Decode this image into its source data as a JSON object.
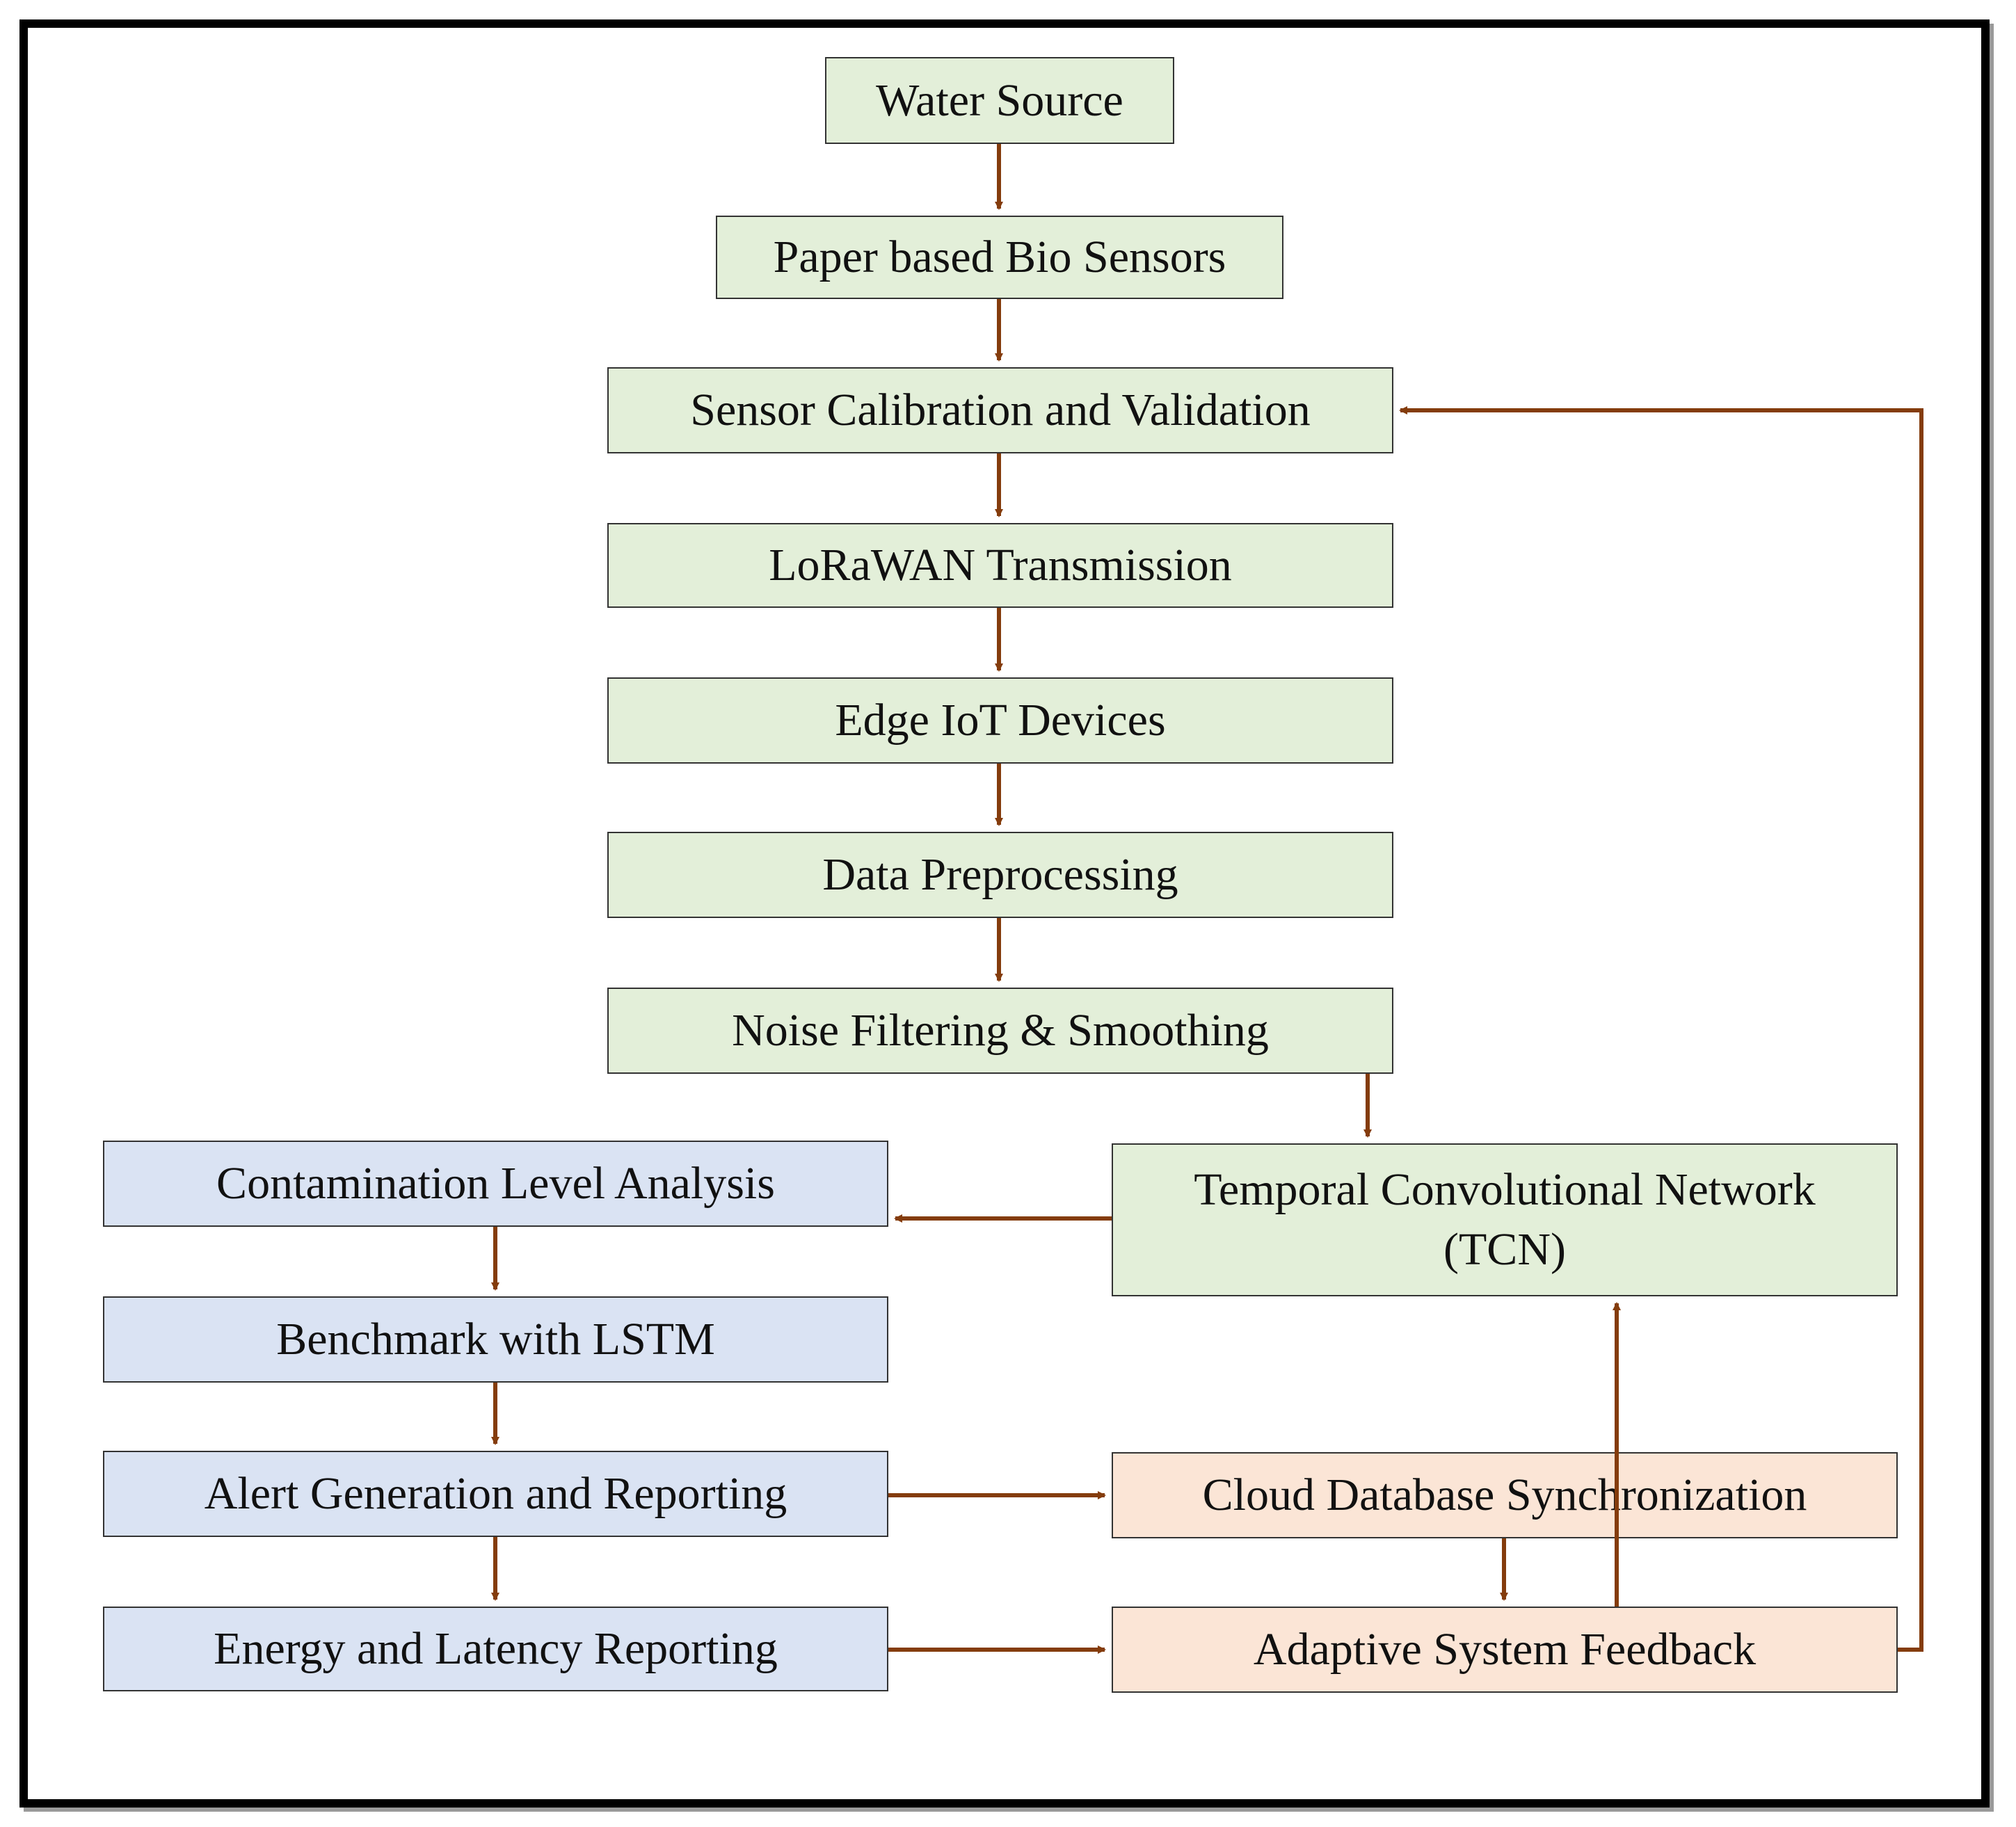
{
  "colors": {
    "box_green": "#e3efd9",
    "box_blue": "#dae3f3",
    "box_peach": "#fbe5d6",
    "arrow": "#843c0c",
    "border": "#333333"
  },
  "nodes": {
    "water_source": "Water Source",
    "paper_bio_sensors": "Paper based Bio Sensors",
    "sensor_calibration": "Sensor Calibration and Validation",
    "lorawan": "LoRaWAN Transmission",
    "edge_iot": "Edge IoT Devices",
    "data_preprocessing": "Data Preprocessing",
    "noise_filtering": "Noise Filtering & Smoothing",
    "tcn_line1": "Temporal Convolutional Network",
    "tcn_line2": "(TCN)",
    "contamination": "Contamination Level Analysis",
    "benchmark_lstm": "Benchmark with LSTM",
    "alert_generation": "Alert Generation and Reporting",
    "energy_latency": "Energy and Latency Reporting",
    "cloud_sync": "Cloud Database Synchronization",
    "adaptive_feedback": "Adaptive System Feedback"
  },
  "edges": [
    {
      "from": "water_source",
      "to": "paper_bio_sensors"
    },
    {
      "from": "paper_bio_sensors",
      "to": "sensor_calibration"
    },
    {
      "from": "sensor_calibration",
      "to": "lorawan"
    },
    {
      "from": "lorawan",
      "to": "edge_iot"
    },
    {
      "from": "edge_iot",
      "to": "data_preprocessing"
    },
    {
      "from": "data_preprocessing",
      "to": "noise_filtering"
    },
    {
      "from": "noise_filtering",
      "to": "tcn"
    },
    {
      "from": "tcn",
      "to": "contamination"
    },
    {
      "from": "contamination",
      "to": "benchmark_lstm"
    },
    {
      "from": "benchmark_lstm",
      "to": "alert_generation"
    },
    {
      "from": "alert_generation",
      "to": "energy_latency"
    },
    {
      "from": "alert_generation",
      "to": "cloud_sync"
    },
    {
      "from": "energy_latency",
      "to": "adaptive_feedback"
    },
    {
      "from": "cloud_sync",
      "to": "adaptive_feedback"
    },
    {
      "from": "adaptive_feedback",
      "to": "tcn"
    },
    {
      "from": "adaptive_feedback",
      "to": "sensor_calibration"
    }
  ]
}
